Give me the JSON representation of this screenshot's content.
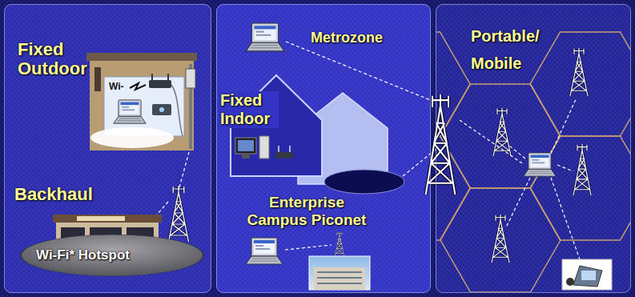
{
  "diagram": {
    "nodes": [
      {
        "text": [
          "Fixed Outdoor",
          "Backhaul"
        ]
      },
      {
        "text": [
          "Wi-Fi* Hotspot"
        ],
        "in": 0
      },
      {
        "text": [
          "Metrozone",
          "Fixed Indoor",
          "Enterprise Campus Piconet"
        ]
      },
      {
        "text": [
          "Portable/ Mobile"
        ]
      }
    ],
    "labels": [
      "Wi-"
    ]
  }
}
